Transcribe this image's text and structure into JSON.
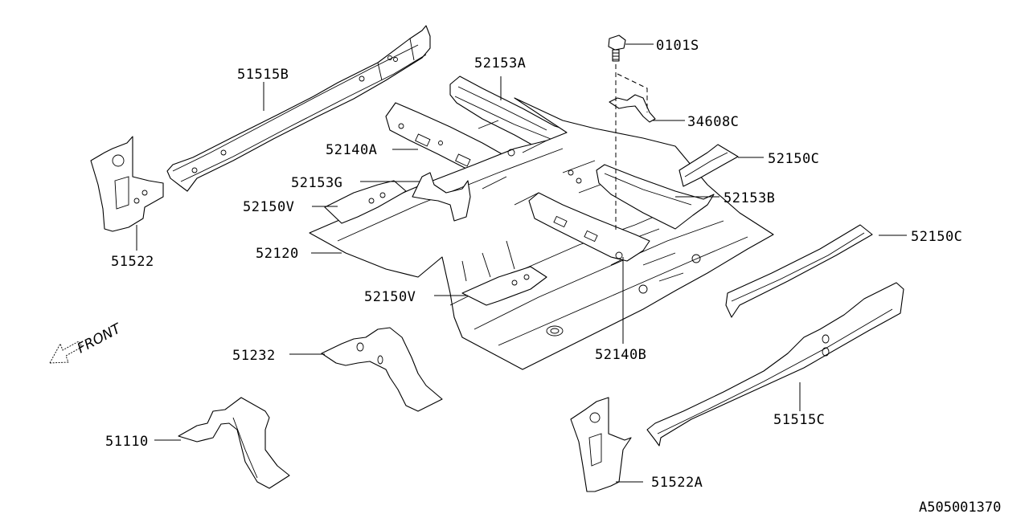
{
  "diagram": {
    "type": "exploded-parts-diagram",
    "subject": "floor panel and side sill assembly",
    "front_indicator": "FRONT",
    "drawing_code": "A505001370",
    "line_color": "#000000",
    "background_color": "#ffffff"
  },
  "callouts": [
    {
      "id": "51515B",
      "label": "51515B",
      "part": "side-sill-left"
    },
    {
      "id": "52153A",
      "label": "52153A",
      "part": "floor-crossmember-front"
    },
    {
      "id": "0101S",
      "label": "0101S",
      "part": "flange-bolt"
    },
    {
      "id": "34608C",
      "label": "34608C",
      "part": "bracket"
    },
    {
      "id": "52140A",
      "label": "52140A",
      "part": "crossmember-front"
    },
    {
      "id": "52150C_upper",
      "label": "52150C",
      "part": "floor-frame-rear-upper"
    },
    {
      "id": "52153G",
      "label": "52153G",
      "part": "seat-bracket"
    },
    {
      "id": "52153B",
      "label": "52153B",
      "part": "floor-crossmember-rear"
    },
    {
      "id": "52150V_upper",
      "label": "52150V",
      "part": "seat-reinforcement-left"
    },
    {
      "id": "51522",
      "label": "51522",
      "part": "pillar-lower-left"
    },
    {
      "id": "52120",
      "label": "52120",
      "part": "floor-panel-front"
    },
    {
      "id": "52150C_lower",
      "label": "52150C",
      "part": "floor-frame-rear-lower"
    },
    {
      "id": "52150V_lower",
      "label": "52150V",
      "part": "seat-reinforcement-right"
    },
    {
      "id": "51232",
      "label": "51232",
      "part": "tunnel-reinforcement-rear"
    },
    {
      "id": "52140B",
      "label": "52140B",
      "part": "crossmember-rear"
    },
    {
      "id": "51110",
      "label": "51110",
      "part": "tunnel-reinforcement-front"
    },
    {
      "id": "51515C",
      "label": "51515C",
      "part": "side-sill-right"
    },
    {
      "id": "51522A",
      "label": "51522A",
      "part": "pillar-lower-right"
    }
  ]
}
